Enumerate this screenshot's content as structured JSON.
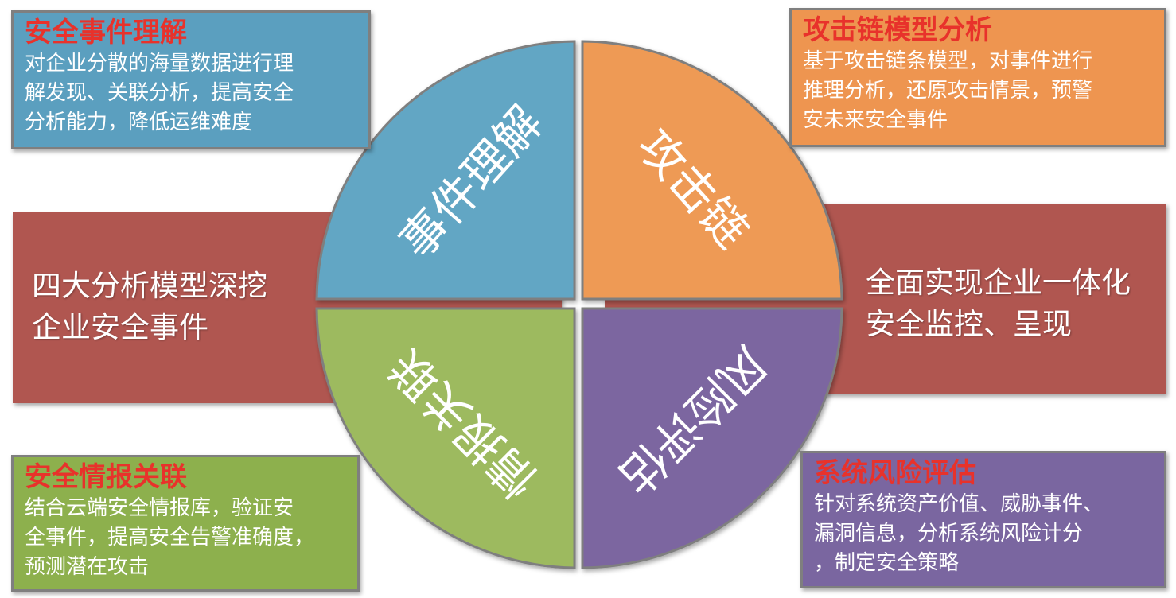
{
  "center_band": {
    "left_text": [
      "四大分析模型深挖",
      "企业安全事件"
    ],
    "right_text": [
      "全面实现企业一体化",
      "安全监控、呈现"
    ]
  },
  "quadrants": [
    {
      "label": "事件理解",
      "color": "#62a6c4"
    },
    {
      "label": "攻击链",
      "color": "#ee9a55"
    },
    {
      "label": "情报关联",
      "color": "#9dba5f"
    },
    {
      "label": "风险评估",
      "color": "#7c66a0"
    }
  ],
  "cards": {
    "top_left": {
      "title": "安全事件理解",
      "lines": [
        "对企业分散的海量数据进行理",
        "解发现、关联分析，提高安全",
        "分析能力，降低运维难度"
      ]
    },
    "top_right": {
      "title": "攻击链模型分析",
      "lines": [
        "基于攻击链条模型，对事件进行",
        "推理分析，还原攻击情景，预警",
        "安未来安全事件"
      ]
    },
    "bottom_left": {
      "title": "安全情报关联",
      "lines": [
        "结合云端安全情报库，验证安",
        "全事件，提高安全告警准确度，",
        "预测潜在攻击"
      ]
    },
    "bottom_right": {
      "title": "系统风险评估",
      "lines": [
        "针对系统资产价值、威胁事件、",
        "漏洞信息，分析系统风险计分",
        "，制定安全策略"
      ]
    }
  }
}
